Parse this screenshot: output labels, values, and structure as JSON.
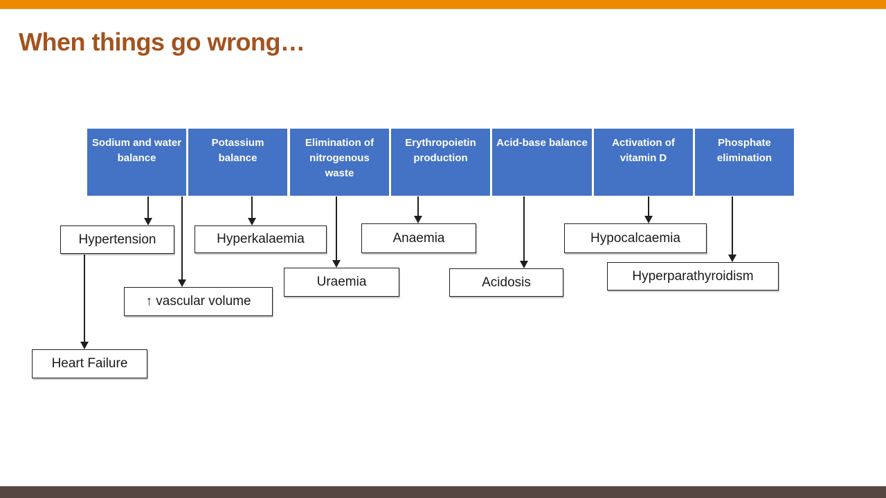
{
  "slide": {
    "title": "When things go wrong…",
    "colors": {
      "accent_orange": "#ED8A00",
      "title_brown": "#A4521D",
      "function_blue": "#4472C4",
      "footer_brown": "#554741",
      "line_black": "#1F1F1F"
    }
  },
  "kidney_functions": [
    {
      "label": "Sodium and water balance"
    },
    {
      "label": "Potassium balance"
    },
    {
      "label": "Elimination of nitrogenous waste"
    },
    {
      "label": "Erythropoietin production"
    },
    {
      "label": "Acid-base balance"
    },
    {
      "label": "Activation of vitamin D"
    },
    {
      "label": "Phosphate elimination"
    }
  ],
  "consequences": [
    {
      "label": "Hypertension"
    },
    {
      "label": "Hyperkalaemia"
    },
    {
      "label": "Anaemia"
    },
    {
      "label": "Hypocalcaemia"
    },
    {
      "label": "Uraemia"
    },
    {
      "label": "Acidosis"
    },
    {
      "label": "Hyperparathyroidism"
    },
    {
      "label": "↑ vascular volume"
    },
    {
      "label": "Heart Failure"
    }
  ],
  "arrow_icon": {
    "up_arrow_glyph": "↑"
  }
}
